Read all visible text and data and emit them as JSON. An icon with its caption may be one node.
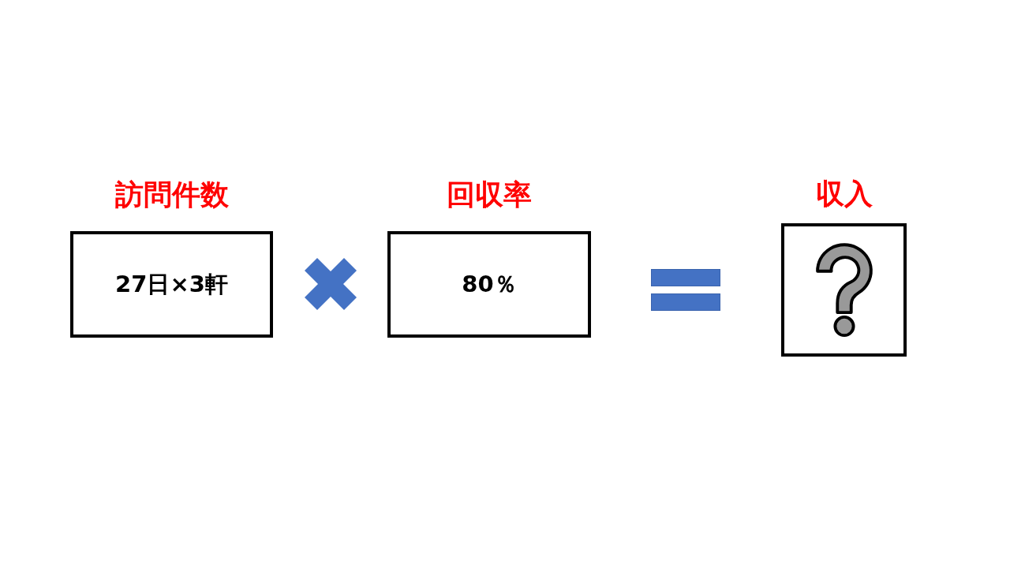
{
  "diagram": {
    "nodes": [
      {
        "text": [
          "訪問件数",
          "27日×3軒"
        ]
      },
      {
        "text": [
          "回収率",
          "80％"
        ]
      },
      {
        "text": [
          "収入"
        ]
      }
    ]
  }
}
